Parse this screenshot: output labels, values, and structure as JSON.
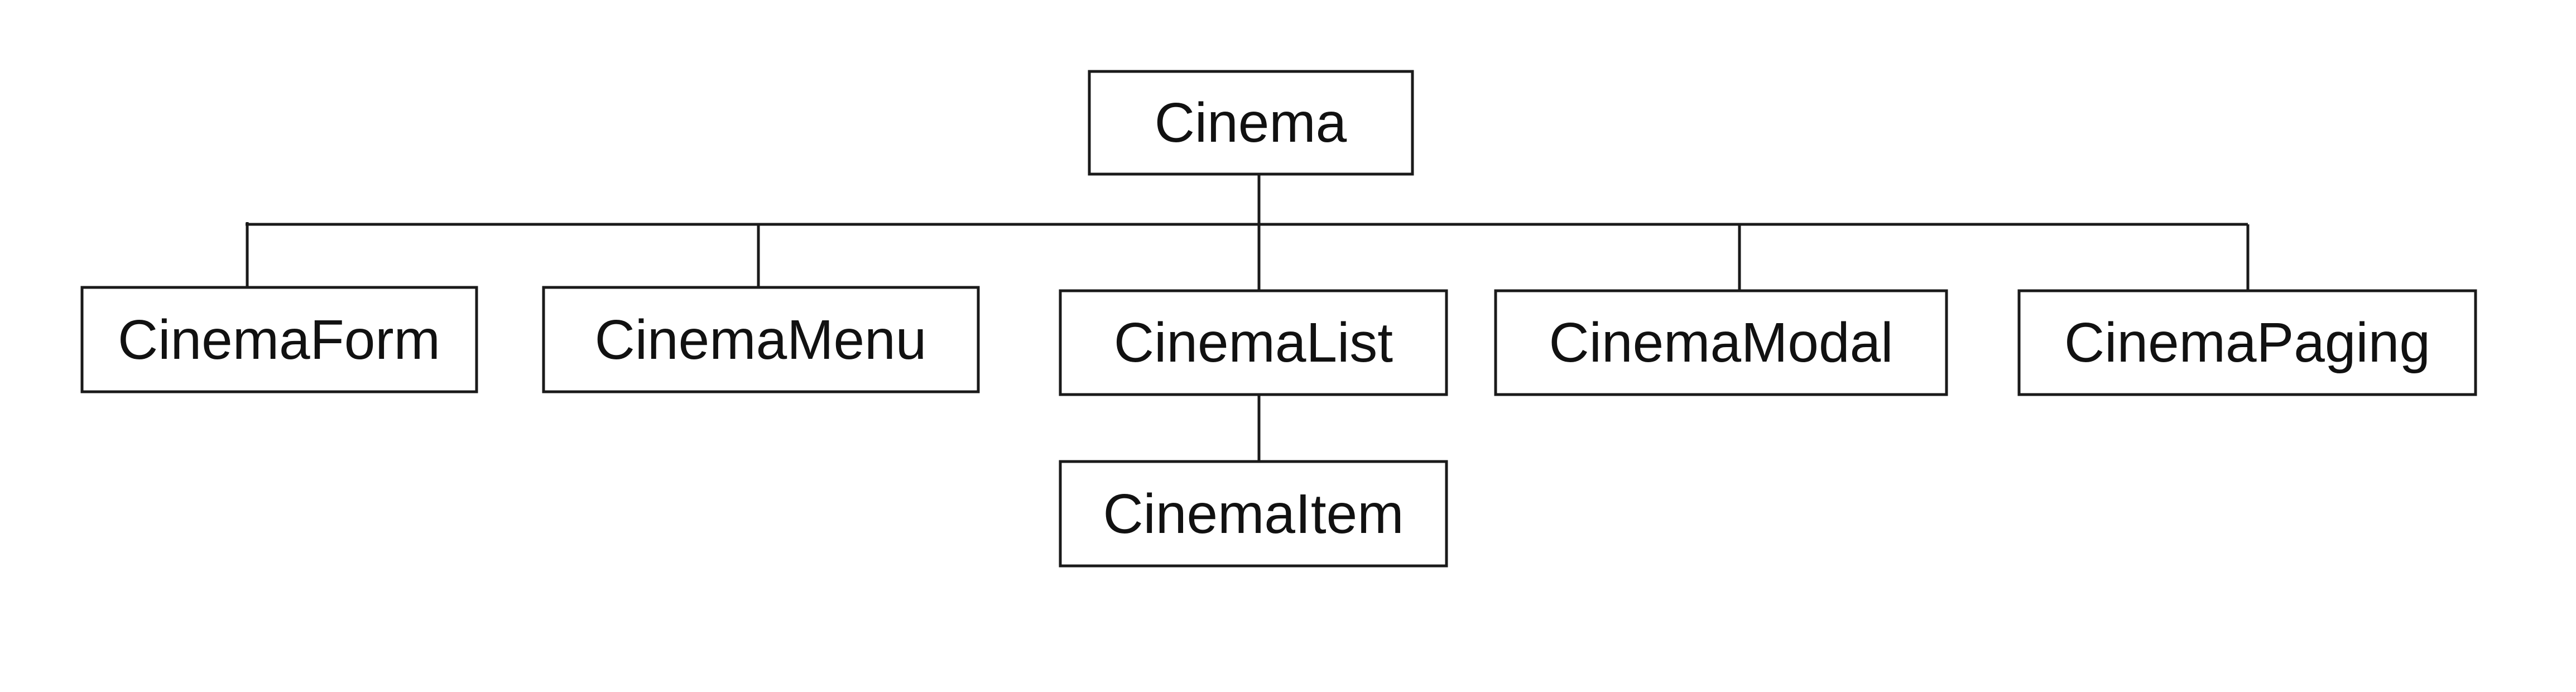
{
  "diagram": {
    "type": "tree",
    "root": {
      "label": "Cinema",
      "children": [
        {
          "label": "CinemaForm"
        },
        {
          "label": "CinemaMenu"
        },
        {
          "label": "CinemaList",
          "children": [
            {
              "label": "CinemaItem"
            }
          ]
        },
        {
          "label": "CinemaModal"
        },
        {
          "label": "CinemaPaging"
        }
      ]
    },
    "colors": {
      "stroke": "#1a1a1a",
      "text": "#111111",
      "background": "#ffffff"
    }
  }
}
